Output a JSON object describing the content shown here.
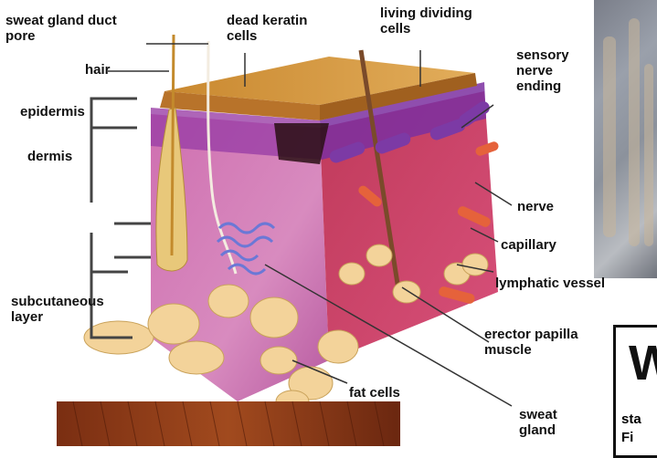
{
  "labels": {
    "sweat_gland_duct_pore": "sweat gland duct\npore",
    "dead_keratin_cells": "dead keratin\ncells",
    "living_dividing_cells": "living dividing\ncells",
    "sensory_nerve_ending": "sensory\nnerve\nending",
    "hair": "hair",
    "epidermis": "epidermis",
    "dermis": "dermis",
    "nerve": "nerve",
    "capillary": "capillary",
    "lymphatic_vessel": "lymphatic vessel",
    "subcutaneous_layer": "subcutaneous\nlayer",
    "erector_papilla_muscle": "erector papilla\nmuscle",
    "fat_cells": "fat cells",
    "sweat_gland": "sweat\ngland"
  },
  "card": {
    "big_letter": "W",
    "line1": "sta",
    "line2": "Fi"
  },
  "colors": {
    "epidermis_top": "#d9a04a",
    "dermis": "#d97ab5",
    "muscle": "#c8324a",
    "fat": "#f3d39a",
    "hair_follicle": "#e8c87a",
    "lymph": "#7b86d8"
  }
}
